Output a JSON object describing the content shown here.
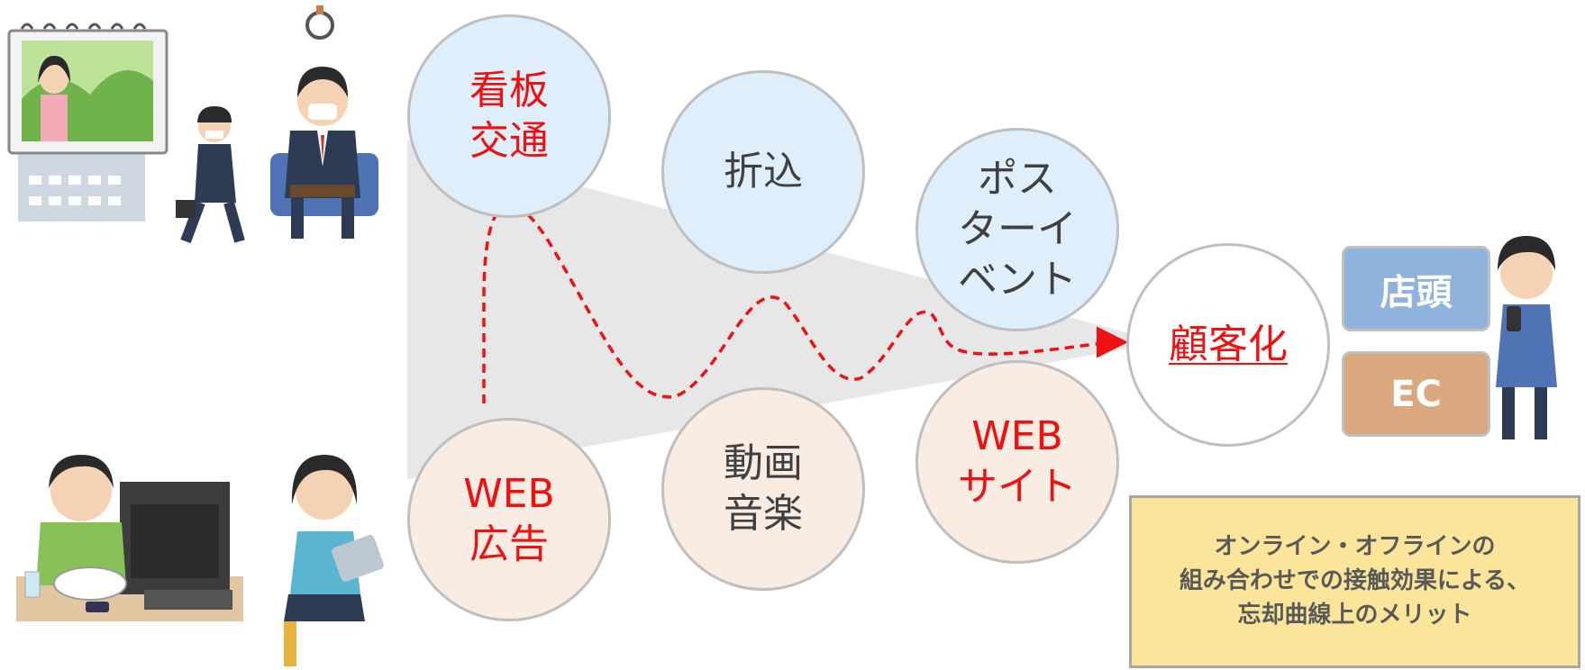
{
  "circles": {
    "billboard": {
      "lines": [
        "看板",
        "交通"
      ]
    },
    "flyer": {
      "lines": [
        "折込"
      ]
    },
    "poster": {
      "lines": [
        "ポス",
        "ターイ",
        "ベント"
      ]
    },
    "web_ad": {
      "lines": [
        "WEB",
        "広告"
      ]
    },
    "video": {
      "lines": [
        "動画",
        "音楽"
      ]
    },
    "website": {
      "lines": [
        "WEB",
        "サイト"
      ]
    },
    "customer": {
      "lines": [
        "顧客化"
      ]
    }
  },
  "channels": {
    "store": "店頭",
    "ec": "EC"
  },
  "note": {
    "lines": [
      "オンライン・オフラインの",
      "組み合わせでの接触効果による、",
      "忘却曲線上のメリット"
    ]
  },
  "colors": {
    "offline_circle": "#deeffb",
    "online_circle": "#f9ece3",
    "accent_red": "#ee1111",
    "store_box": "#8fb3dc",
    "ec_box": "#d9a87e",
    "note_bg": "#fbe59a"
  },
  "icons": [
    "billboard-icon",
    "walking-businessman-icon",
    "train-passenger-icon",
    "pc-user-eating-icon",
    "tablet-user-icon",
    "smartphone-user-icon"
  ]
}
